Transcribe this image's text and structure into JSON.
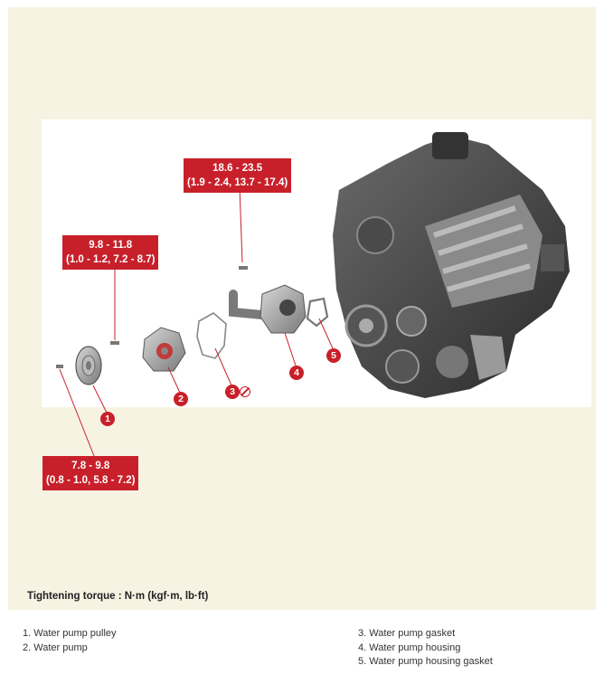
{
  "torque_labels": {
    "housing_bolt": {
      "line1": "18.6 - 23.5",
      "line2": "(1.9 - 2.4, 13.7 - 17.4)"
    },
    "pump_bolt": {
      "line1": "9.8 - 11.8",
      "line2": "(1.0 - 1.2, 7.2 - 8.7)"
    },
    "pulley_bolt": {
      "line1": "7.8 - 9.8",
      "line2": "(0.8 - 1.0, 5.8 - 7.2)"
    }
  },
  "callouts": [
    "1",
    "2",
    "3",
    "4",
    "5"
  ],
  "footnote": "Tightening torque : N·m (kgf·m, lb·ft)",
  "legend_left": [
    "1. Water pump pulley",
    "2. Water pump"
  ],
  "legend_right": [
    "3. Water pump gasket",
    "4. Water pump housing",
    "5. Water pump housing gasket"
  ],
  "colors": {
    "accent": "#c8202a",
    "panel_bg": "#f6f3e3"
  },
  "icons": {
    "no_reuse": "prohibited-icon"
  }
}
